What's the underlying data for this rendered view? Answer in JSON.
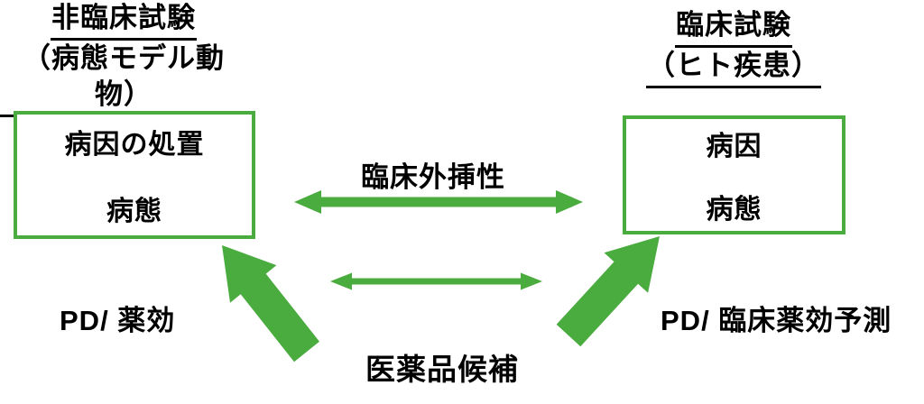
{
  "colors": {
    "accent_green": "#4aab3f",
    "text": "#000000",
    "background": "#ffffff"
  },
  "titles": {
    "left": {
      "line1": "非臨床試験",
      "line2": "（病態モデル動物）"
    },
    "right": {
      "line1": "臨床試験",
      "line2": "（ヒト疾患）"
    }
  },
  "boxes": {
    "left": {
      "line1": "病因の処置",
      "line2": "病態"
    },
    "right": {
      "line1": "病因",
      "line2": "病態"
    }
  },
  "labels": {
    "extrapolation": "臨床外挿性",
    "pd_left": "PD/ 薬効",
    "pd_right": "PD/ 臨床薬効予測",
    "drug_candidate": "医薬品候補"
  },
  "arrows": {
    "extrapolation_arrow": "horizontal-double-arrow",
    "candidate_arrow": "horizontal-double-arrow-small",
    "pd_left_arrow": "diagonal-up-left-arrow",
    "pd_right_arrow": "diagonal-up-right-arrow"
  }
}
